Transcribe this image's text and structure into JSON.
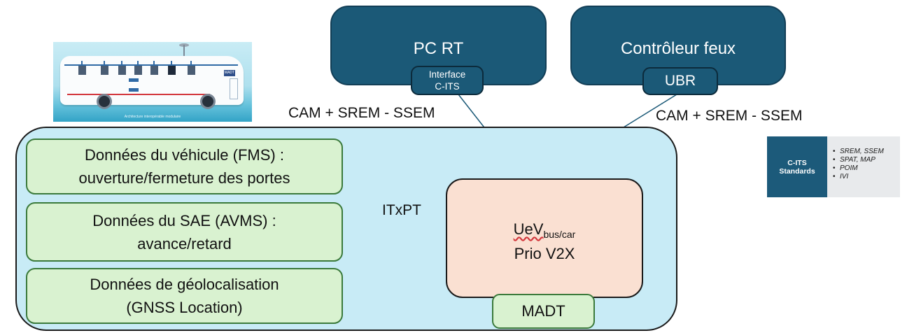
{
  "bus_image": {
    "caption": "Architecture interopérable modulaire",
    "madt_label": "MADT"
  },
  "pc_rt": {
    "title": "PC RT",
    "interface_line1": "Interface",
    "interface_line2": "C-ITS"
  },
  "controleur": {
    "title": "Contrôleur feux",
    "ubr": "UBR"
  },
  "protocol_left": "CAM + SREM - SSEM",
  "protocol_right": "CAM + SREM - SSEM",
  "data_sources": [
    {
      "line1": "Données du véhicule (FMS) :",
      "line2": "ouverture/fermeture des portes"
    },
    {
      "line1": "Données du SAE (AVMS) :",
      "line2": "avance/retard"
    },
    {
      "line1": "Données de géolocalisation",
      "line2": "(GNSS Location)"
    }
  ],
  "itxpt": "ITxPT",
  "uev": {
    "main": "UeV",
    "sub": "bus/car",
    "line2": "Prio V2X"
  },
  "madt": "MADT",
  "cits_card": {
    "title_line1": "C-ITS",
    "title_line2": "Standards",
    "items": [
      "SREM, SSEM",
      "SPAT, MAP",
      "POIM",
      "IVI"
    ]
  },
  "colors": {
    "dark_box": "#1b5977",
    "container": "#c8ebf6",
    "green_box": "#d9f2d0",
    "uev_box": "#fae0d2",
    "line": "#1b5977"
  }
}
